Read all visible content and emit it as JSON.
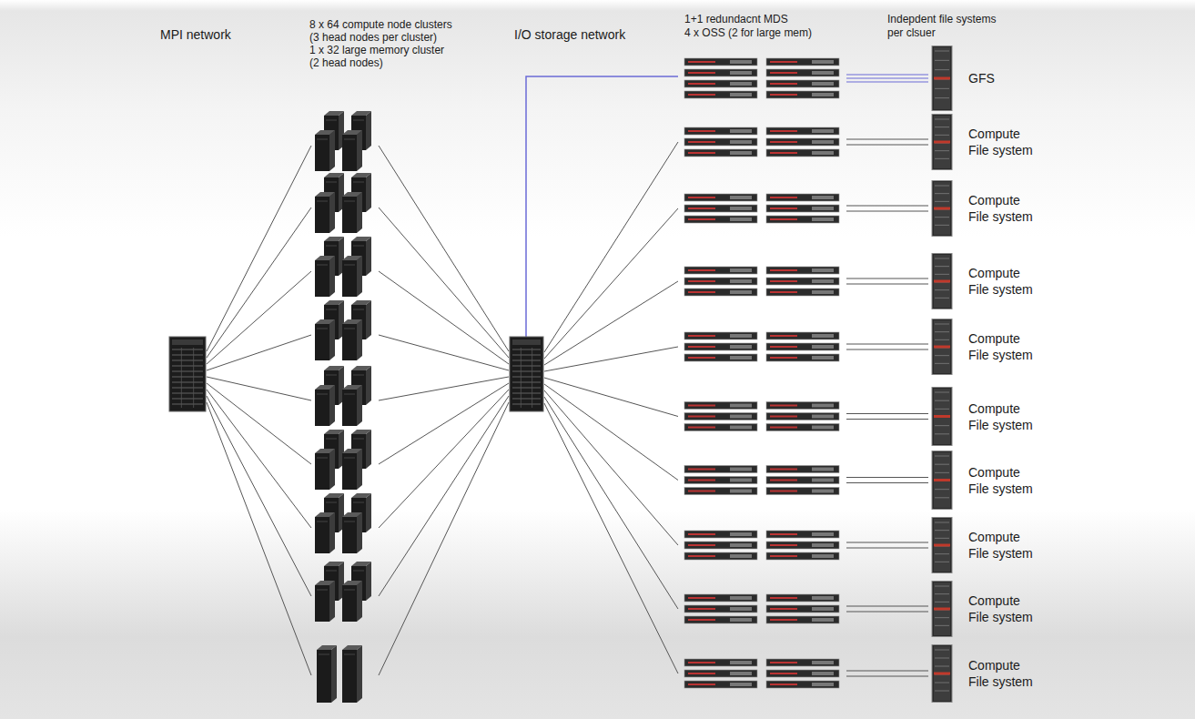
{
  "diagram": {
    "nodes": [
      {
        "text": [
          "GFS"
        ]
      },
      {
        "text": [
          "Compute File system"
        ]
      },
      {
        "text": [
          "Compute File system"
        ]
      },
      {
        "text": [
          "Compute File system"
        ]
      },
      {
        "text": [
          "Compute File system"
        ]
      },
      {
        "text": [
          "Compute File system"
        ]
      },
      {
        "text": [
          "Compute File system"
        ]
      },
      {
        "text": [
          "Compute File system"
        ]
      },
      {
        "text": [
          "Compute File system"
        ]
      },
      {
        "text": [
          "Compute File system"
        ]
      }
    ],
    "labels": [
      "MPI network",
      "8 x 64 compute node clusters",
      "(3 head nodes per cluster)",
      "1 x 32 large memory cluster",
      "(2 head nodes)",
      "I/O storage network",
      "1+1 redundacnt MDS",
      "4 x OSS (2 for large mem)",
      "Indepdent file systems",
      "per clsuer"
    ]
  }
}
